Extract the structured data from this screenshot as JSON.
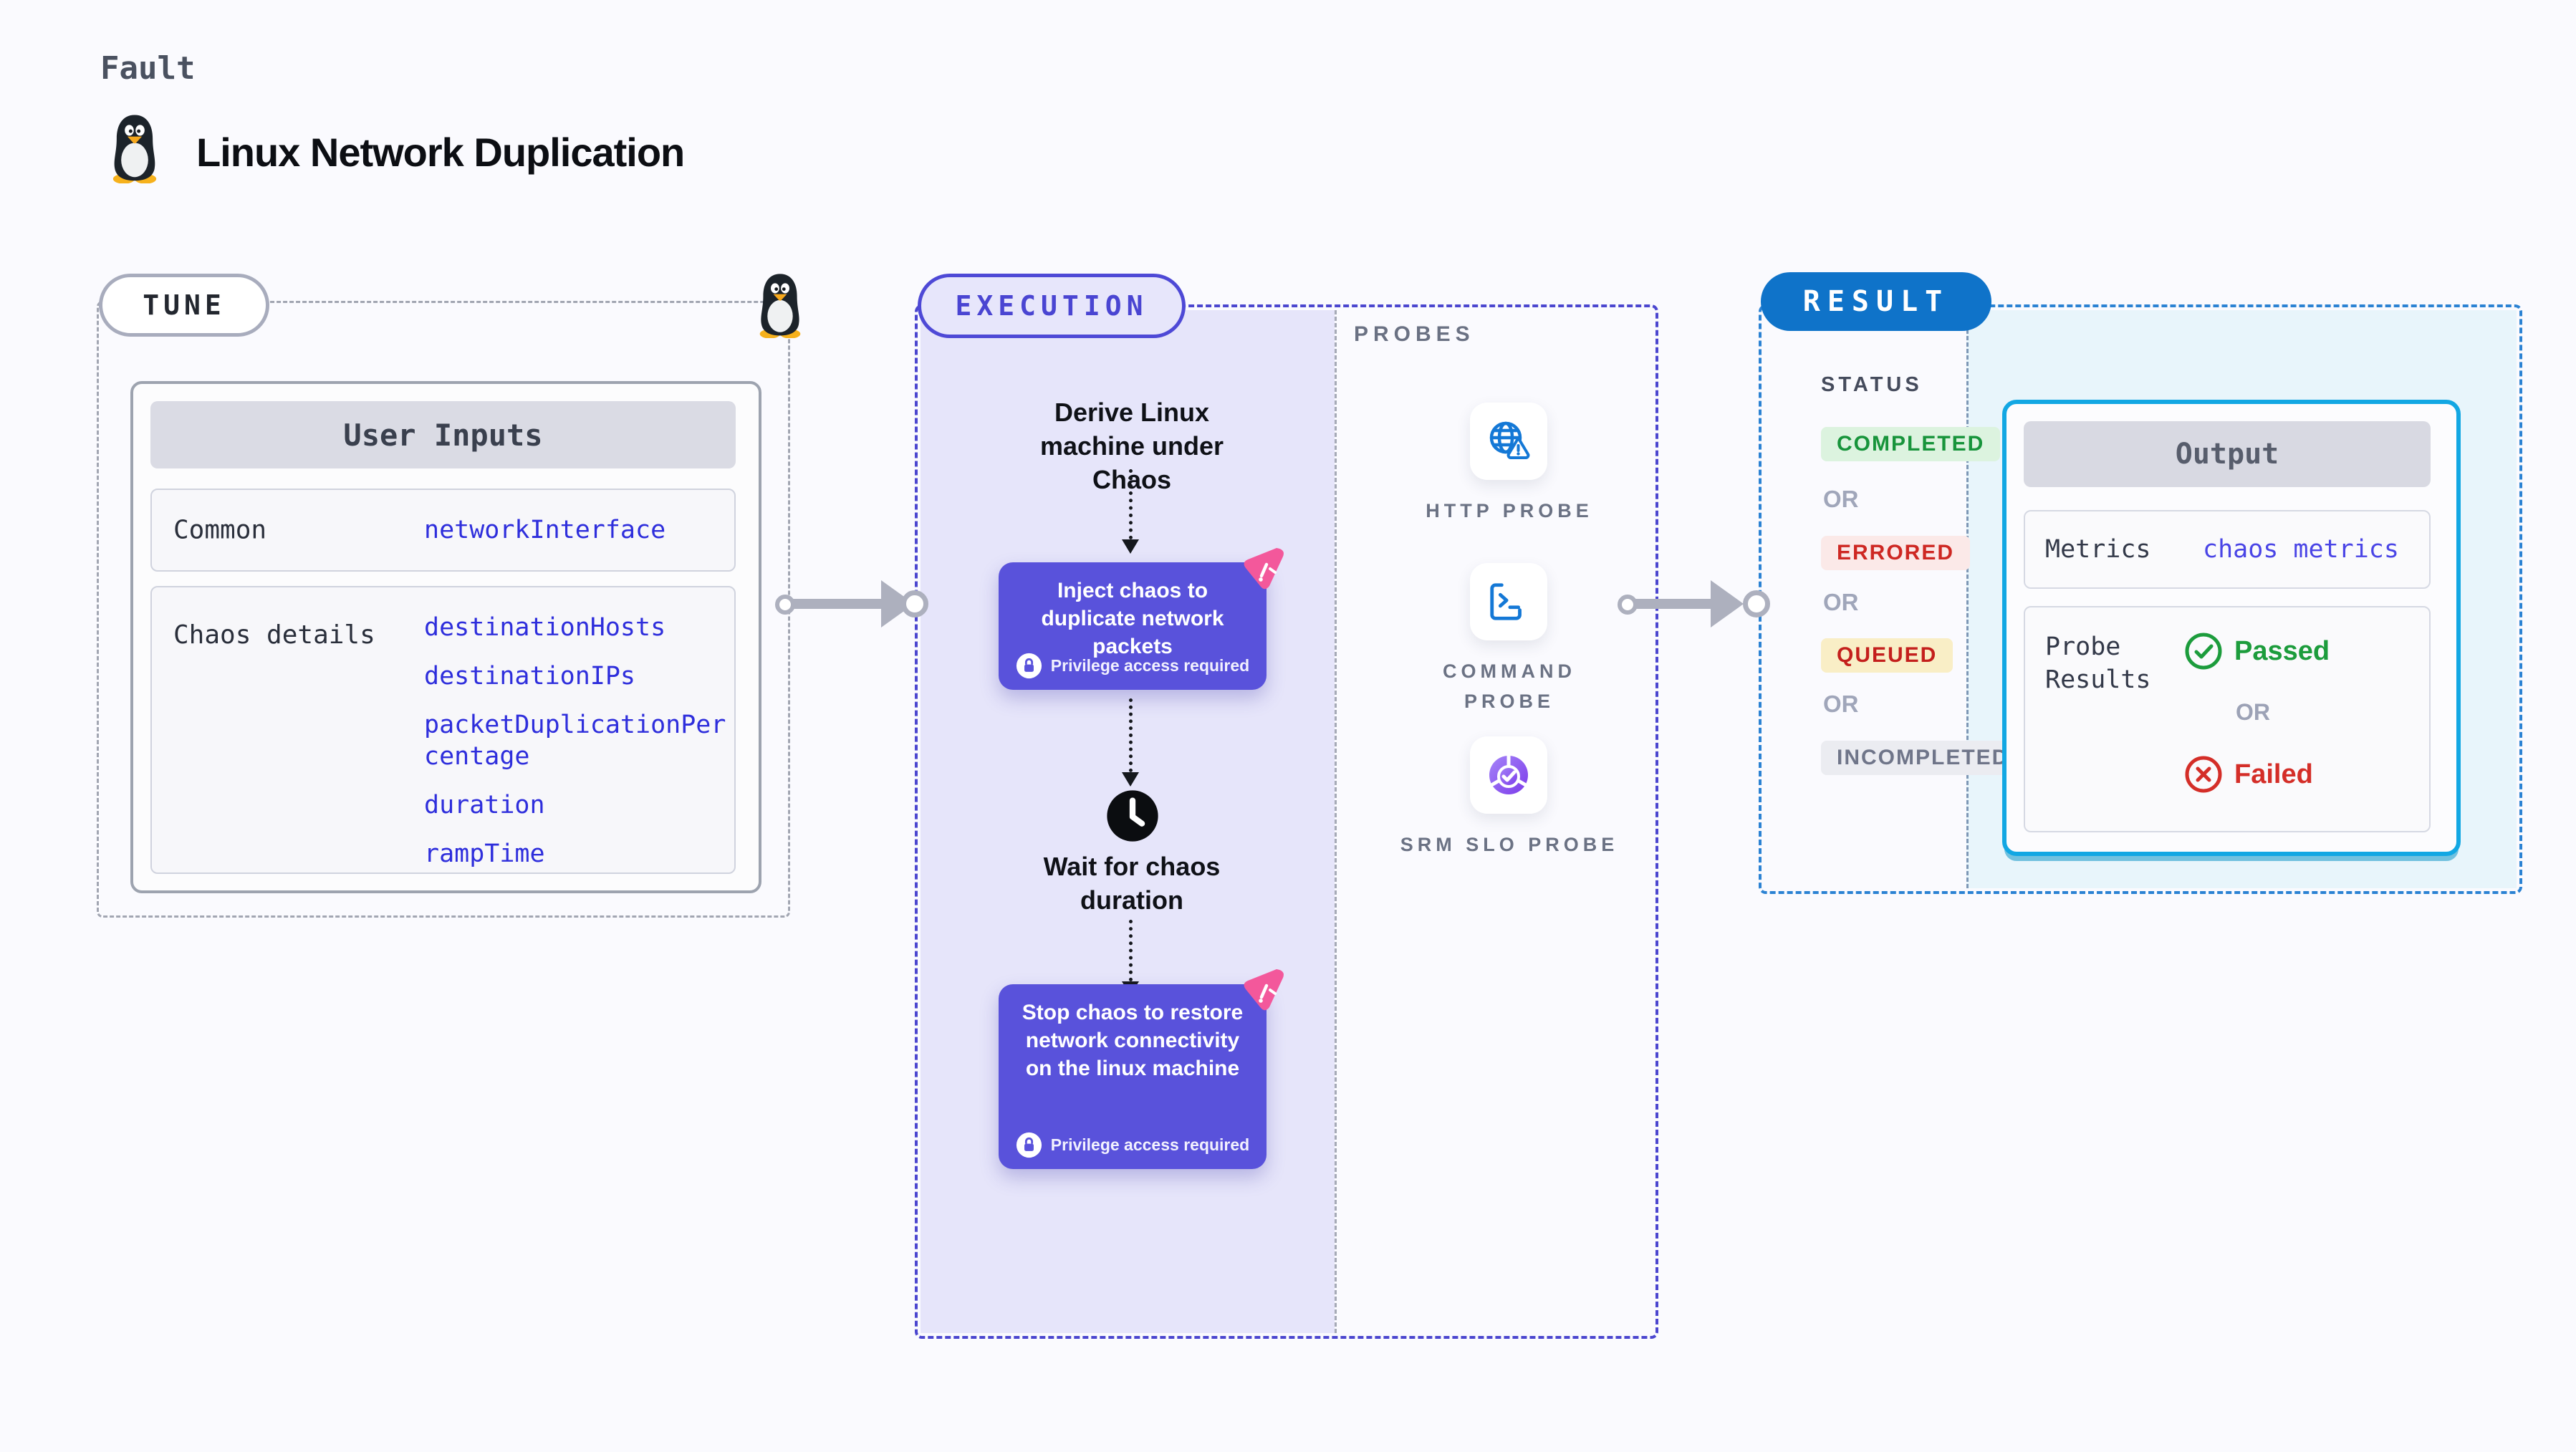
{
  "header": {
    "eyebrow": "Fault",
    "title": "Linux Network Duplication"
  },
  "tune": {
    "badge": "TUNE",
    "user_inputs": {
      "header": "User Inputs",
      "rows": [
        {
          "label": "Common",
          "values": [
            "networkInterface"
          ]
        },
        {
          "label": "Chaos details",
          "values": [
            "destinationHosts",
            "destinationIPs",
            "packetDuplicationPercentage",
            "duration",
            "rampTime"
          ]
        }
      ]
    }
  },
  "execution": {
    "badge": "EXECUTION",
    "derive_step": "Derive Linux machine under Chaos",
    "inject_step": "Inject chaos to duplicate network packets",
    "wait_step": "Wait for chaos duration",
    "stop_step": "Stop chaos to restore network connectivity on the linux machine",
    "privilege_note": "Privilege access required"
  },
  "probes": {
    "label": "PROBES",
    "items": [
      {
        "label": "HTTP PROBE"
      },
      {
        "label": "COMMAND PROBE"
      },
      {
        "label": "SRM SLO PROBE"
      }
    ]
  },
  "result": {
    "badge": "RESULT",
    "status_label": "STATUS",
    "or_label": "OR",
    "statuses": [
      {
        "label": "COMPLETED",
        "bg": "#DCF3DF",
        "fg": "#17943B"
      },
      {
        "label": "ERRORED",
        "bg": "#FBE9E8",
        "fg": "#CE2823"
      },
      {
        "label": "QUEUED",
        "bg": "#F9EEC6",
        "fg": "#C41F1C"
      },
      {
        "label": "INCOMPLETED",
        "bg": "#EBECF1",
        "fg": "#6F7589"
      }
    ],
    "output": {
      "header": "Output",
      "metrics_label": "Metrics",
      "metrics_value": "chaos metrics",
      "probe_results_label": "Probe Results",
      "passed_label": "Passed",
      "or_label": "OR",
      "failed_label": "Failed"
    }
  },
  "colors": {
    "background": "#FAFAFE",
    "execution_fill": "#E6E5FA",
    "execution_border": "#4B46CF",
    "chaos_step_box": "#5952DB",
    "result_pill_blue": "#0F73C9",
    "result_fill": "#E8F5FB",
    "output_border_cyan": "#12A7E3",
    "input_value_blue": "#2E2EDC",
    "arrow_gray": "#ADB0BE",
    "passed_green": "#1C9C3C",
    "failed_red": "#D42E28",
    "probe_icon_blue": "#1478D6",
    "srm_probe_purple": "#7C3BEA",
    "chaos_badge_pink": "#F3589B"
  }
}
